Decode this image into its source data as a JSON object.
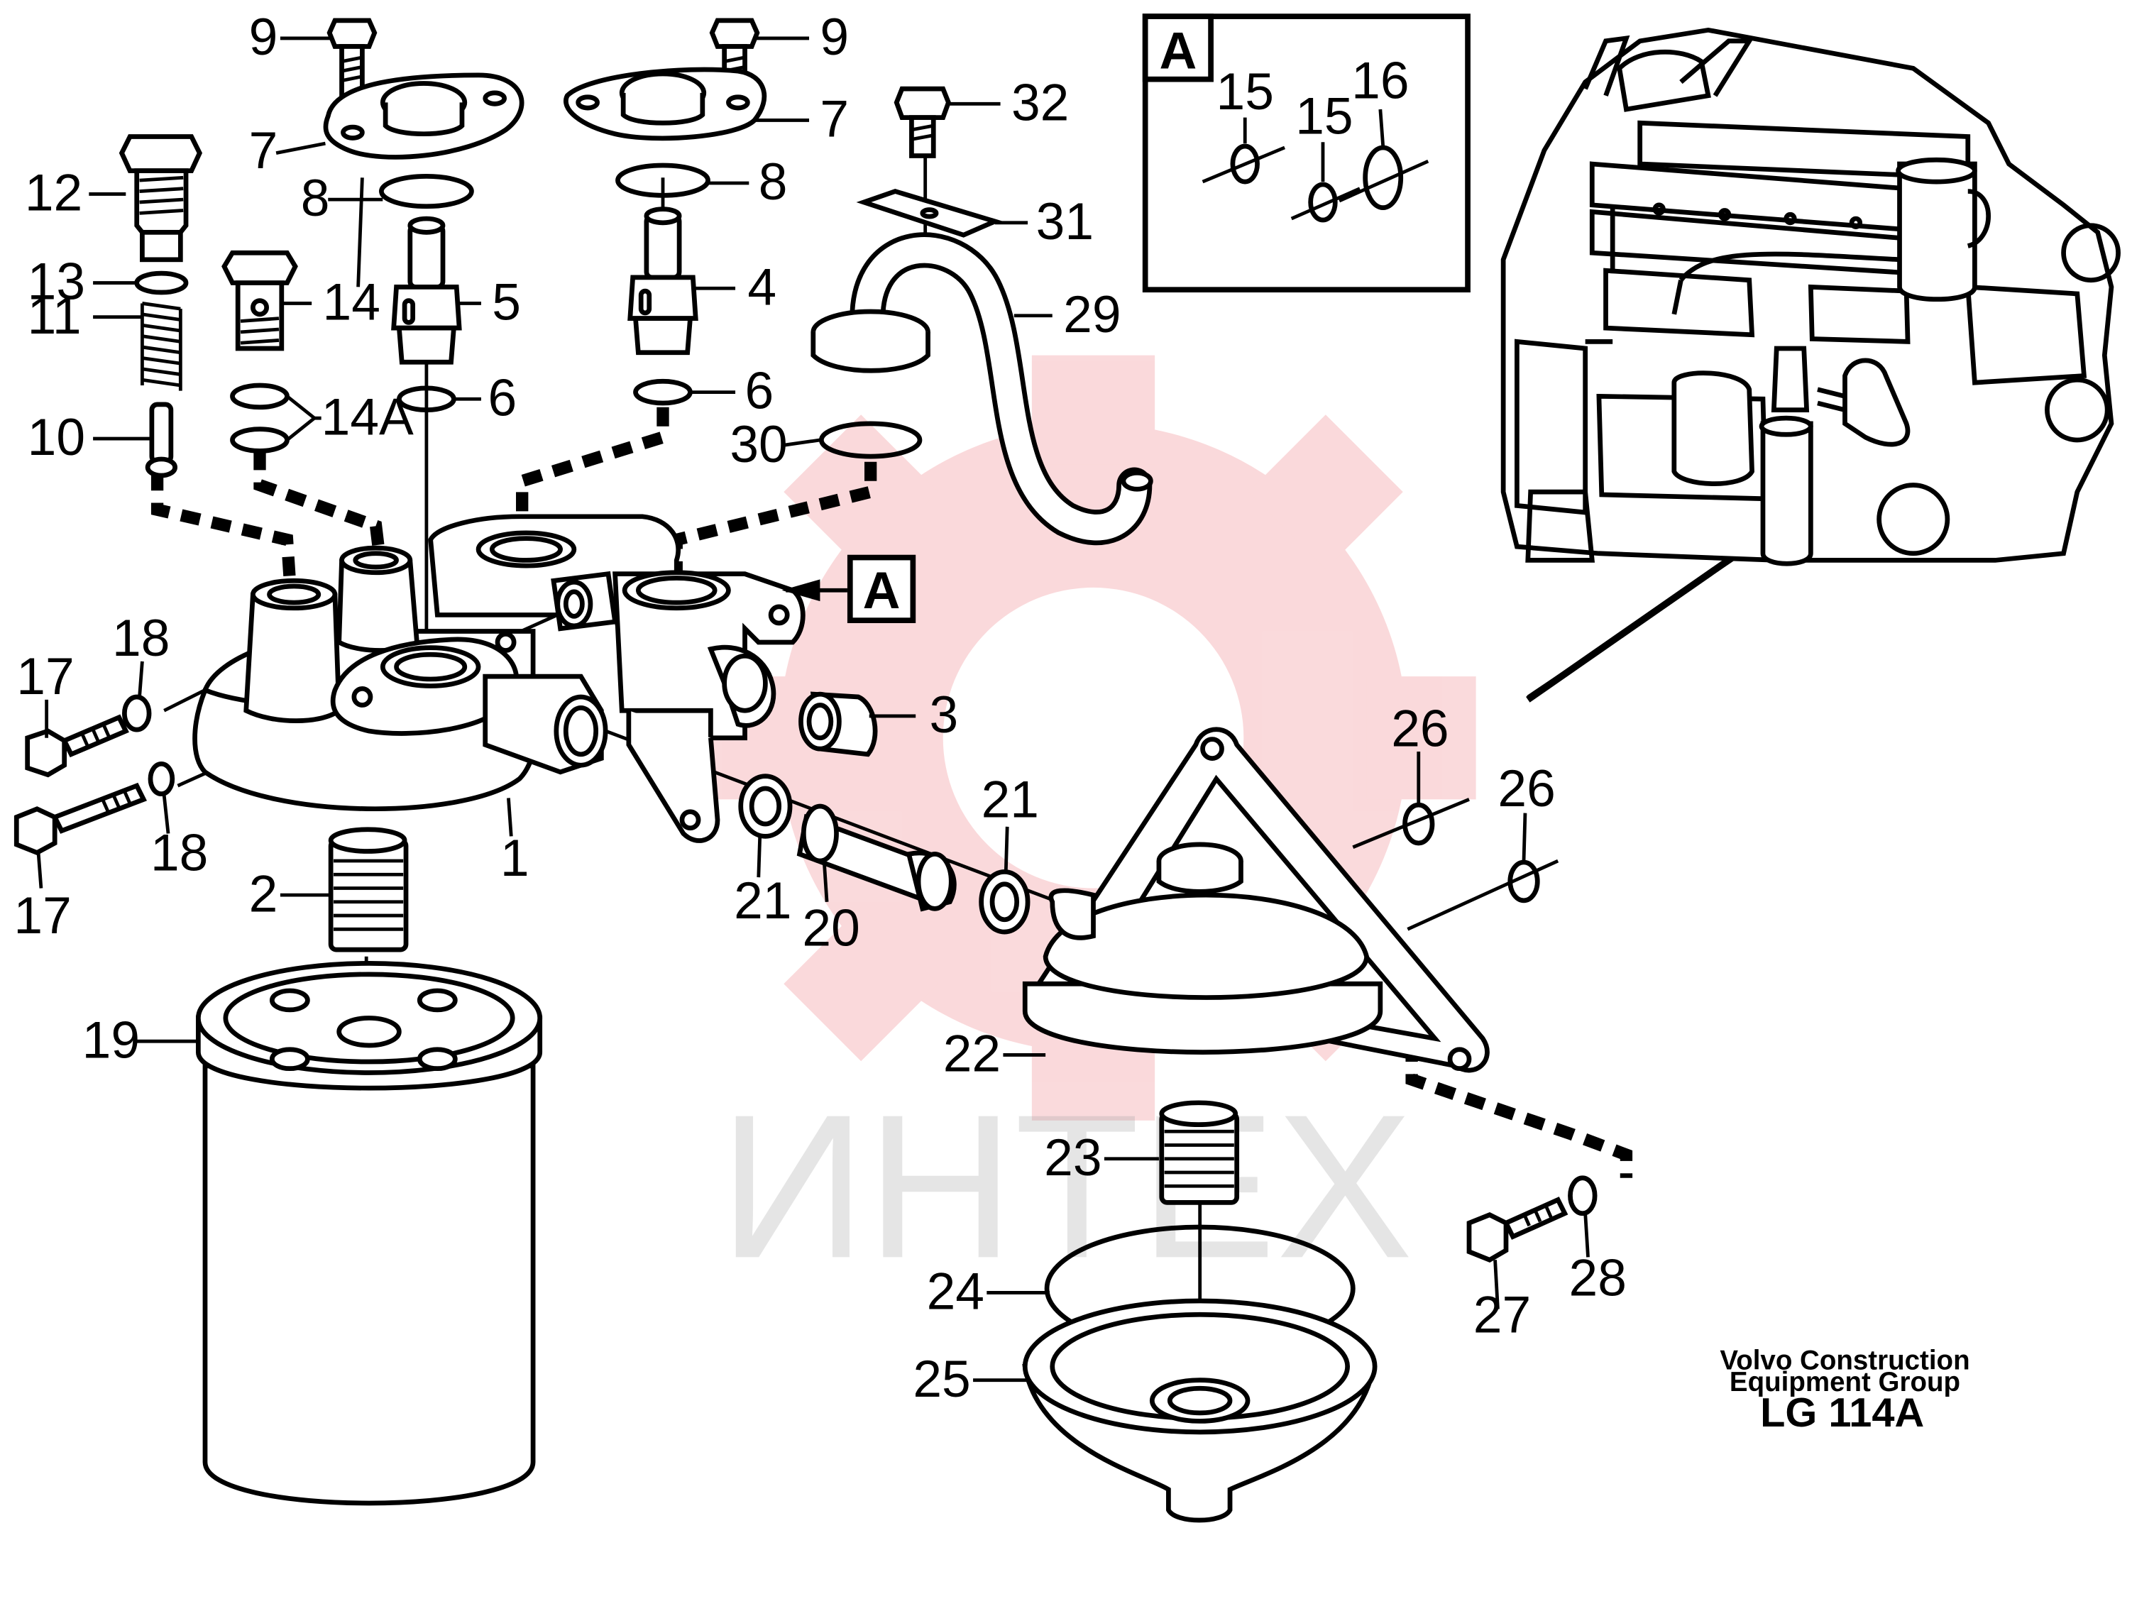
{
  "diagram": {
    "watermark": "ИНТЕХ",
    "detail_callout": "A",
    "detail_panel": {
      "tag": "A",
      "labels": [
        "15",
        "15",
        "16"
      ]
    },
    "part_labels": [
      "9",
      "9",
      "7",
      "7",
      "8",
      "8",
      "12",
      "13",
      "11",
      "10",
      "14",
      "14A",
      "5",
      "4",
      "6",
      "6",
      "32",
      "31",
      "29",
      "30",
      "3",
      "17",
      "18",
      "18",
      "17",
      "1",
      "2",
      "19",
      "21",
      "20",
      "21",
      "22",
      "23",
      "24",
      "25",
      "26",
      "26",
      "27",
      "28"
    ],
    "footer": {
      "org_line1": "Volvo Construction",
      "org_line2": "Equipment Group",
      "drawing_code": "LG 114A"
    }
  }
}
